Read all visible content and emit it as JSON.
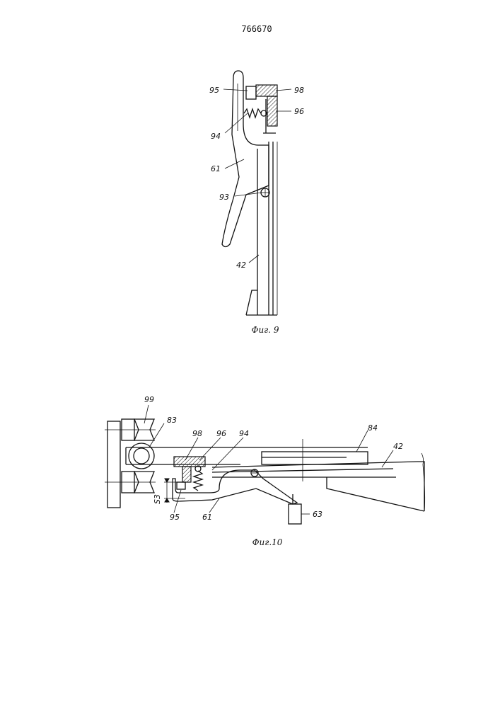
{
  "document": {
    "number": "766670",
    "figures": [
      {
        "caption": "Фиг. 9",
        "labels": [
          "95",
          "98",
          "96",
          "94",
          "61",
          "93",
          "42"
        ]
      },
      {
        "caption": "Фиг.10",
        "labels": [
          "99",
          "83",
          "98",
          "96",
          "94",
          "84",
          "42",
          "S3",
          "95",
          "61",
          "63"
        ]
      }
    ]
  }
}
